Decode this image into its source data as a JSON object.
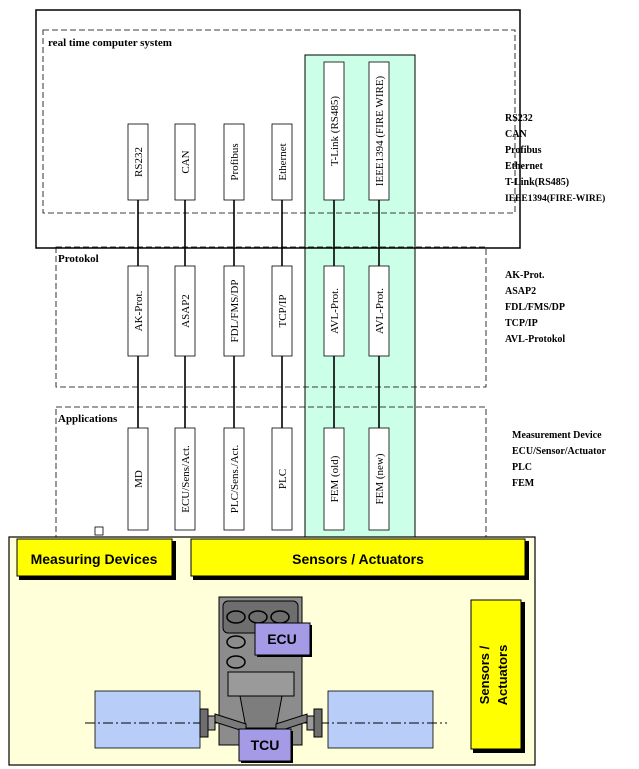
{
  "system": {
    "title": "real time computer system",
    "interfaces": [
      "RS232",
      "CAN",
      "Profibus",
      "Ethernet",
      "T-Link (RS485)",
      "IEEE1394 (FIRE WIRE)"
    ]
  },
  "protokol": {
    "title": "Protokol",
    "boxes": [
      "AK-Prot.",
      "ASAP2",
      "FDL/FMS/DP",
      "TCP/IP",
      "AVL-Prot.",
      "AVL-Prot."
    ]
  },
  "applications": {
    "title": "Applications",
    "boxes": [
      "MD",
      "ECU/Sens/Act.",
      "PLC/Sens./Act.",
      "PLC",
      "FEM (old)",
      "FEM (new)"
    ]
  },
  "legend_interfaces": [
    "RS232",
    "CAN",
    "Profibus",
    "Ethernet",
    "T-Link(RS485)",
    "IEEE1394(FIRE-WIRE)"
  ],
  "legend_protocols": [
    "AK-Prot.",
    "ASAP2",
    "FDL/FMS/DP",
    "TCP/IP",
    "AVL-Protokol"
  ],
  "legend_applications": [
    "Measurement Device",
    "ECU/Sensor/Actuator",
    "PLC",
    "FEM"
  ],
  "bottom": {
    "measuring_devices": "Measuring Devices",
    "sensors_actuators": "Sensors / Actuators",
    "side_sensors_line1": "Sensors /",
    "side_sensors_line2": "Actuators",
    "ecu": "ECU",
    "tcu": "TCU"
  },
  "colors": {
    "highlight": "#ccffe8",
    "bottom_panel": "#ffffd9",
    "yellow": "#ffff00",
    "blue_block": "#b8cdf7",
    "purple": "#a49ae6",
    "engine": "#8c8c8c"
  }
}
